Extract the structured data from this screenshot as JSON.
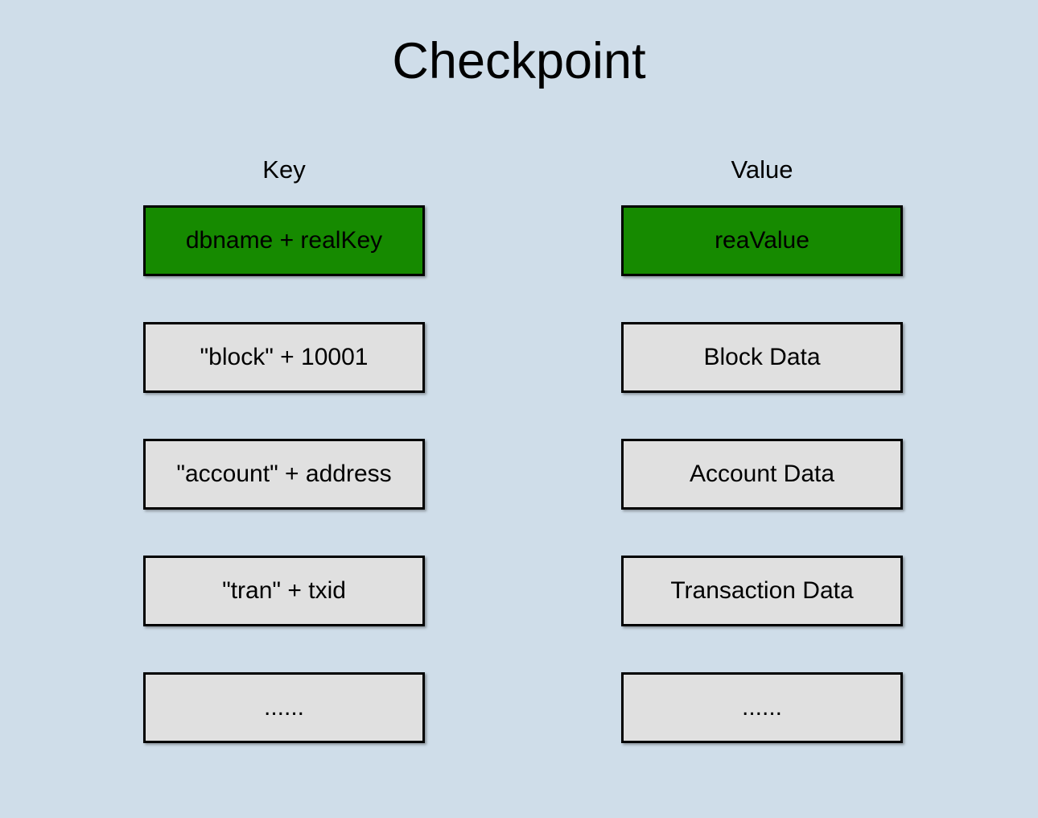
{
  "title": "Checkpoint",
  "colors": {
    "background": "#cfdde9",
    "highlight_green": "#168a00",
    "cell_gray": "#e0e0e0",
    "border": "#000000"
  },
  "columns": [
    {
      "header": "Key",
      "cells": [
        "dbname + realKey",
        "\"block\" + 10001",
        "\"account\" + address",
        "\"tran\" + txid",
        "......"
      ]
    },
    {
      "header": "Value",
      "cells": [
        "reaValue",
        "Block Data",
        "Account Data",
        "Transaction Data",
        "......"
      ]
    }
  ]
}
